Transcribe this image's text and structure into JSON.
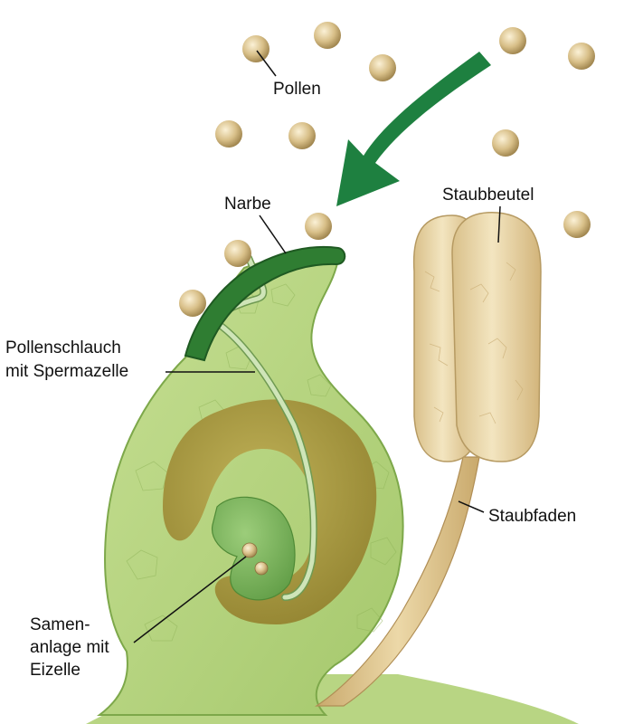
{
  "labels": {
    "pollen": "Pollen",
    "narbe": "Narbe",
    "staubbeutel": "Staubbeutel",
    "pollenschlauch_line1": "Pollenschlauch",
    "pollenschlauch_line2": "mit Spermazelle",
    "staubfaden": "Staubfaden",
    "samenanlage_line1": "Samen-",
    "samenanlage_line2": "anlage mit",
    "samenanlage_line3": "Eizelle"
  },
  "colors": {
    "pistil_fill": "#b5d47e",
    "pistil_edge": "#6f9a3c",
    "cavity_fill": "#a7983e",
    "ovule_fill": "#7cb45a",
    "stigma_fill": "#2f7d32",
    "pollen_tube": "#c8e0b0",
    "pollen_grain": "#cfb57c",
    "anther_fill": "#ead8ac",
    "filament_fill": "#d8bd86",
    "arrow_fill": "#1e8040"
  }
}
